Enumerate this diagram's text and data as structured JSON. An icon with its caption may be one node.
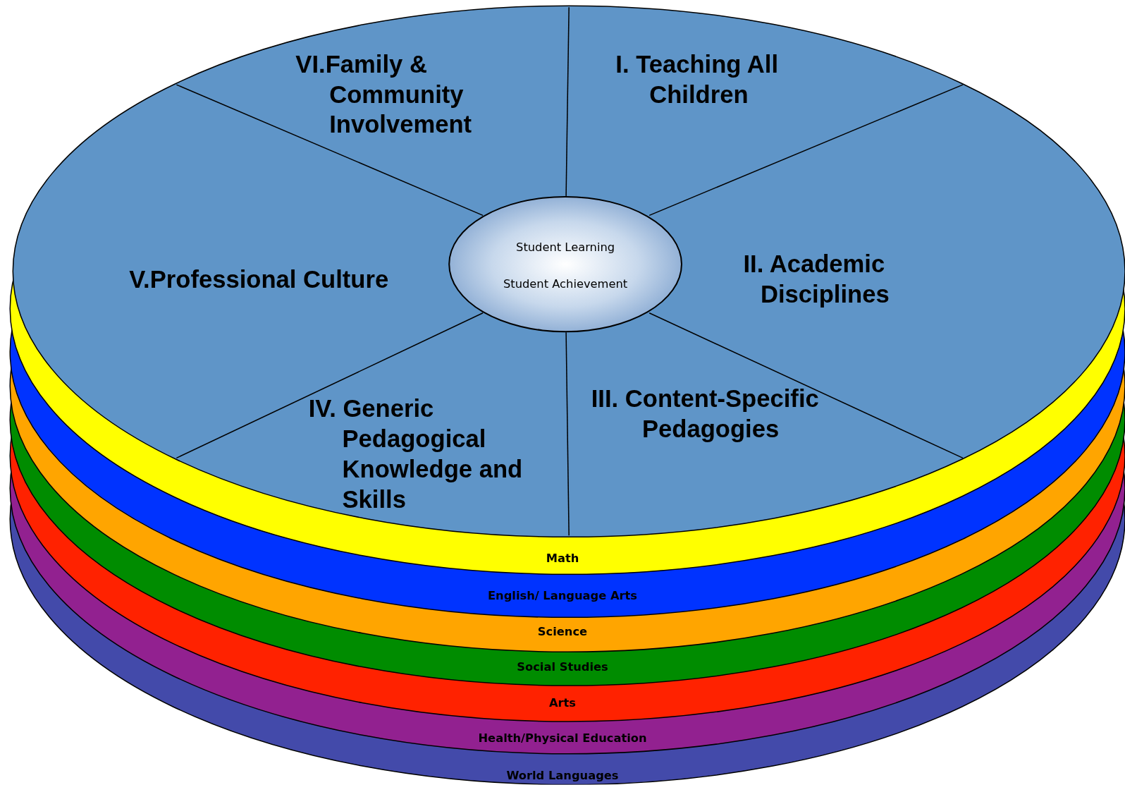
{
  "diagram": {
    "nodes": [
      {
        "text": [
          "VI.Family & Community Involvement"
        ]
      },
      {
        "text": [
          "I. Teaching All Children"
        ]
      },
      {
        "text": [
          "V.Professional Culture"
        ]
      },
      {
        "text": [
          "Student Learning",
          "Student Achievement"
        ]
      },
      {
        "text": [
          "II. Academic Disciplines"
        ]
      },
      {
        "text": [
          "IV. Generic Pedagogical Knowledge and Skills"
        ]
      },
      {
        "text": [
          "III. Content-Specific Pedagogies"
        ]
      },
      {
        "text": [
          "Math"
        ]
      },
      {
        "text": [
          "English/ Language Arts"
        ]
      },
      {
        "text": [
          "Science"
        ]
      },
      {
        "text": [
          "Social Studies"
        ]
      },
      {
        "text": [
          "Arts"
        ]
      },
      {
        "text": [
          "Health/Physical Education"
        ]
      },
      {
        "text": [
          "World Languages"
        ]
      }
    ],
    "edges": []
  }
}
